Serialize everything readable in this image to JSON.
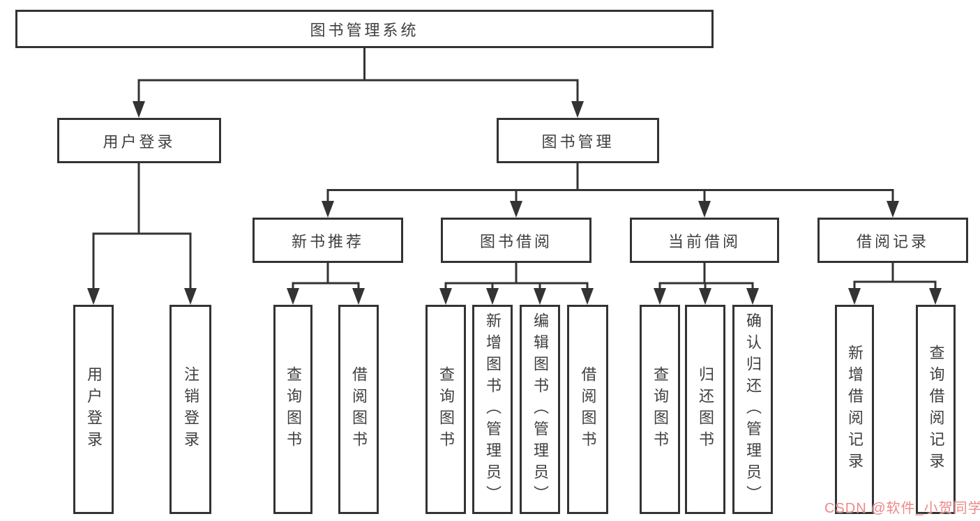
{
  "nodes": {
    "root": "图书管理系统",
    "level2": {
      "user_login": "用户登录",
      "book_management": "图书管理"
    },
    "level3": {
      "new_book_rec": "新书推荐",
      "book_borrow": "图书借阅",
      "current_borrow": "当前借阅",
      "borrow_records": "借阅记录"
    },
    "leaves": {
      "user_login": [
        "用户登录",
        "注销登录"
      ],
      "new_book_rec": [
        "查询图书",
        "借阅图书"
      ],
      "book_borrow": [
        "查询图书",
        "新增图书（管理员）",
        "编辑图书（管理员）",
        "借阅图书"
      ],
      "current_borrow": [
        "查询图书",
        "归还图书",
        "确认归还（管理员）"
      ],
      "borrow_records": [
        "新增借阅记录",
        "查询借阅记录"
      ]
    }
  },
  "watermark": "CSDN @软件_小贺同学",
  "colors": {
    "line": "#333333",
    "box_border": "#333333",
    "text": "#3f3f3f",
    "watermark": "#ee8888",
    "background": "#ffffff"
  }
}
